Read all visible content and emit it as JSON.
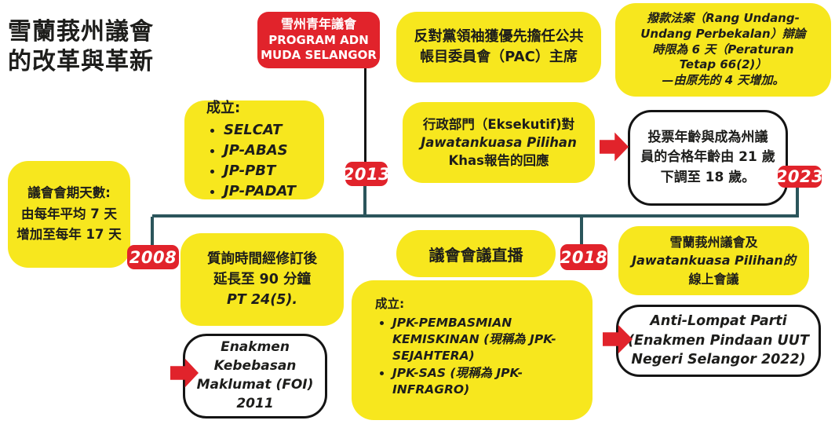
{
  "colors": {
    "yellow": "#F7E71E",
    "red": "#E1232B",
    "teal": "#2B555B",
    "ink": "#1D1D1B"
  },
  "title": {
    "line1": "雪蘭莪州議會",
    "line2": "的改革與革新"
  },
  "timeline": {
    "year_2008": "2008",
    "year_2013": "2013",
    "year_2018": "2018",
    "year_2023": "2023"
  },
  "boxes": {
    "program_adn": {
      "line1": "雪州青年議會",
      "line2": "PROGRAM ADN",
      "line3": "MUDA SELANGOR"
    },
    "pac": {
      "line1": "反對黨領袖獲優先擔任公共",
      "line2": "帳目委員會（PAC）主席"
    },
    "supply_bill": {
      "line1": "撥款法案（Rang Undang-",
      "line2": "Undang Perbekalan）辯論",
      "line3": "時限為 6 天（Peraturan",
      "line4": "Tetap 66(2)）",
      "line5": "—由原先的 4 天增加。"
    },
    "selcat": {
      "heading": "成立:",
      "bullet1": "SELCAT",
      "bullet2": "JP-ABAS",
      "bullet3": "JP-PBT",
      "bullet4": "JP-PADAT"
    },
    "eksekutif": {
      "line1": "行政部門（Eksekutif)對",
      "line2": "Jawatankuasa Pilihan",
      "line3": "Khas報告的回應"
    },
    "voting_age": {
      "line1": "投票年齡與成為州議",
      "line2": "員的合格年齡由 21 歲",
      "line3": "下調至 18 歲。"
    },
    "sitting_days": {
      "line1": "議會會期天數:",
      "line2": "由每年平均 7 天",
      "line3": "增加至每年 17 天"
    },
    "question_time": {
      "line1": "質詢時間經修訂後",
      "line2": "延長至 90 分鐘",
      "line3": "PT 24(5)."
    },
    "live_stream": {
      "line1": "議會會議直播"
    },
    "online_meetings": {
      "line1": "雪蘭莪州議會及",
      "line2": "Jawatankuasa Pilihan的",
      "line3": "線上會議"
    },
    "foi": {
      "line1": "Enakmen",
      "line2": "Kebebasan",
      "line3": "Maklumat (FOI)",
      "line4": "2011"
    },
    "jpk": {
      "heading": "成立:",
      "bullet1": "JPK-PEMBASMIAN KEMISKINAN (現稱為 JPK-SEJAHTERA)",
      "bullet2": "JPK-SAS (現稱為 JPK-INFRAGRO)"
    },
    "anti_lompat": {
      "line1": "Anti-Lompat Parti",
      "line2": "(Enakmen Pindaan UUT",
      "line3": "Negeri Selangor 2022)"
    }
  }
}
